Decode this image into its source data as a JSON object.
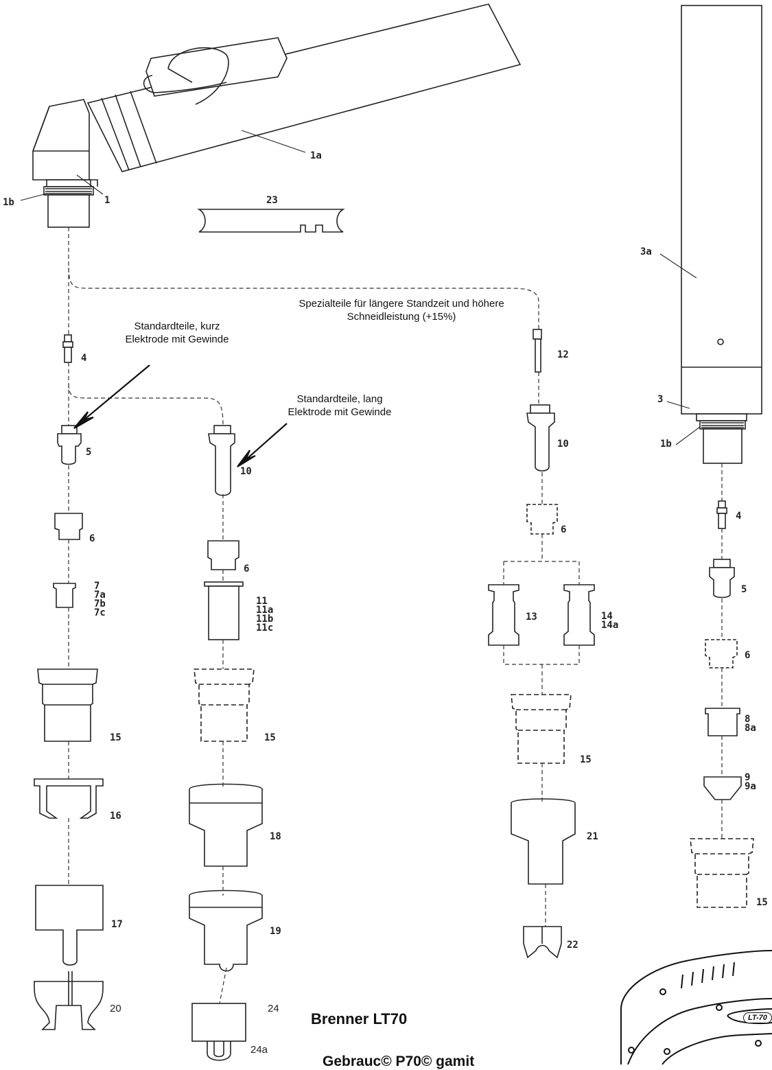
{
  "diagram": {
    "callouts": {
      "special": "Spezialteile für längere Standzeit und höhere\nSchneidleistung (+15%)",
      "standard_short": "Standardteile, kurz\nElektrode mit Gewinde",
      "standard_long": "Standardteile, lang\nElektrode mit Gewinde"
    },
    "title": "Brenner LT70",
    "subtitle": "Gebrauc© P70© gamit",
    "logo_label": "LT-70",
    "labels": {
      "l1a": "1a",
      "l1b": "1b",
      "l1": "1",
      "l23": "23",
      "l3a": "3a",
      "l3": "3",
      "l1b_right": "1b",
      "l4": "4",
      "l5": "5",
      "l6": "6",
      "l7": "7\n7a\n7b\n7c",
      "l15a": "15",
      "l16": "16",
      "l17": "17",
      "l20": "20",
      "l10": "10",
      "l6b": "6",
      "l11": "11\n11a\n11b\n11c",
      "l15b": "15",
      "l18": "18",
      "l19": "19",
      "l24": "24",
      "l24a": "24a",
      "l12": "12",
      "l10c": "10",
      "l6c": "6",
      "l13": "13",
      "l14": "14\n14a",
      "l15c": "15",
      "l21": "21",
      "l22": "22",
      "l4r": "4",
      "l5r": "5",
      "l6r": "6",
      "l8": "8\n8a",
      "l9": "9\n9a",
      "l15r": "15"
    }
  }
}
